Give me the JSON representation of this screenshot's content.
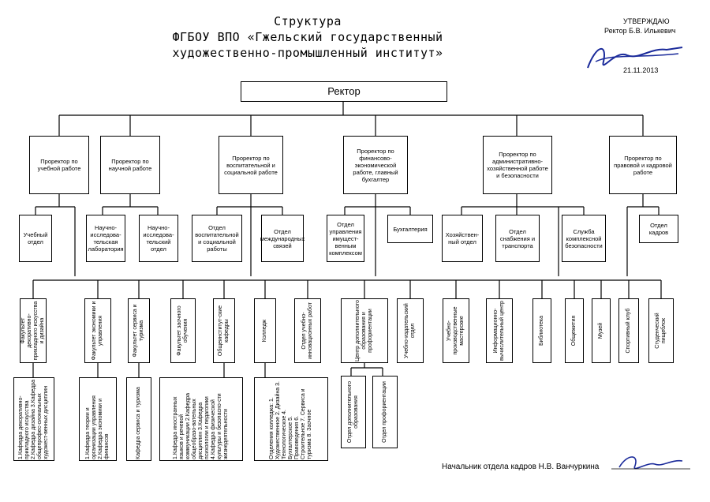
{
  "title": {
    "line1": "Структура",
    "line2": "ФГБОУ ВПО «Гжельский государственный",
    "line3": "художественно-промышленный институт»"
  },
  "approval": {
    "label": "УТВЕРЖДАЮ",
    "person": "Ректор Б.В. Илькевич",
    "date": "21.11.2013"
  },
  "rector": "Ректор",
  "prorectors": [
    "Проректор по учебной работе",
    "Проректор по научной работе",
    "Проректор по воспитательной и социальной работе",
    "Проректор по финансово-экономической работе, главный бухгалтер",
    "Проректор по административно-хозяйственной работе и безопасности",
    "Проректор по правовой и кадровой работе"
  ],
  "departments": [
    "Учебный отдел",
    "Научно-исследова-тельская лаборатория",
    "Научно-исследова-тельский отдел",
    "Отдел воспитательной и социальной работы",
    "Отдел международных связей",
    "Отдел управления имущест-венным комплексом",
    "Бухгалтерия",
    "Хозяйствен-ный отдел",
    "Отдел снабжения и транспорта",
    "Служба комплексной безопасности",
    "Отдел кадров"
  ],
  "units": [
    "Факультет декоративно-прикладного искусства и дизайна",
    "Факультет экономики и управления",
    "Факультет сервиса и туризма",
    "Факультет заочного обучения",
    "Общеинститут-ские кафедры",
    "Колледж",
    "Отдел учебно-инновационных работ",
    "Центр дополнительного образования и профориентации",
    "Учебно-издательский отдел",
    "Учебно-производственные мастерские",
    "Информационно-вычислительный центр",
    "Библиотека",
    "Общежития",
    "Музей",
    "Спортивный клуб",
    "Студенческий пищеблок"
  ],
  "sublists": {
    "f1": "1.Кафедра декоративно-прикладного искусства 2.Кафедра дизайна 3.Кафедра общепрофес-сиональных художест-венных дисциплин",
    "f2": "1.Кафедра теории и организации управления 2.Кафедра экономики и финансов",
    "f3": "Кафедра сервиса и туризма",
    "f5": "1.Кафедра иностранных языков и речевой коммуникации 2.Кафедра общеобразо-вательных дисциплин 3.Кафедра психологии и педагогики 4.Кафедра физической культуры и безопасно-сти жизнедеятельности",
    "college": "Отделения колледжа: 1. Художественное 2. Дизайна 3. Технологическое 4. Бухгалтерское 5. Правоведения 6. Строительное 7. Сервиса и туризма 8. Заочное",
    "center1": "Отдел дополнительного образования",
    "center2": "Отдел профориентации"
  },
  "footer": {
    "signature_line": "Начальник отдела кадров Н.В. Ванчуркина"
  }
}
